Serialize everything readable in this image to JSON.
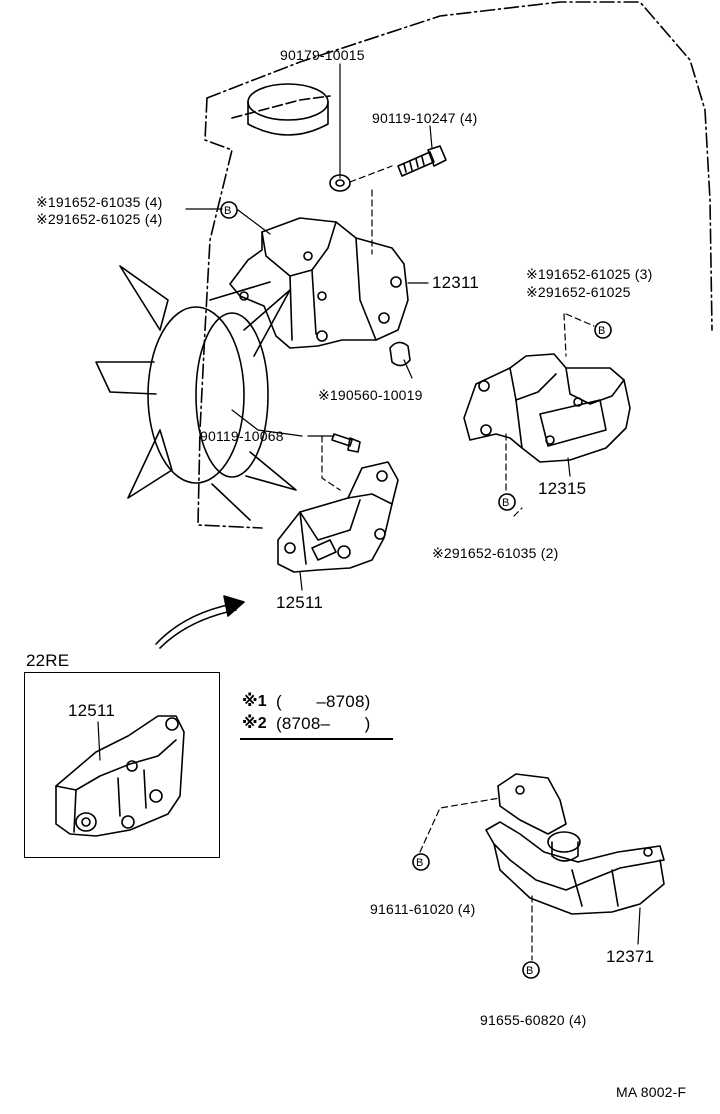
{
  "parts": {
    "p90179": "90179-10015",
    "p90119_10247": "90119-10247 (4)",
    "bolt_a_s1": "※191652-61035 (4)",
    "bolt_a_s2": "※291652-61025 (4)",
    "p12311": "12311",
    "bolt_b_s1": "※191652-61025 (3)",
    "bolt_b_s2": "※291652-61025",
    "p90560": "※190560-10019",
    "p90119_10068": "90119-10068",
    "p12315": "12315",
    "bolt_c": "※291652-61035 (2)",
    "p12511": "12511",
    "p91611": "91611-61020 (4)",
    "p12371": "12371",
    "p91655": "91655-60820 (4)"
  },
  "inset": {
    "title": "22RE",
    "part": "12511"
  },
  "notes": {
    "mark1": "※1",
    "range1": "(       –8708)",
    "mark2": "※2",
    "range2": "(8708–       )"
  },
  "callout_letter": "B",
  "footer_code": "MA  8002-F"
}
